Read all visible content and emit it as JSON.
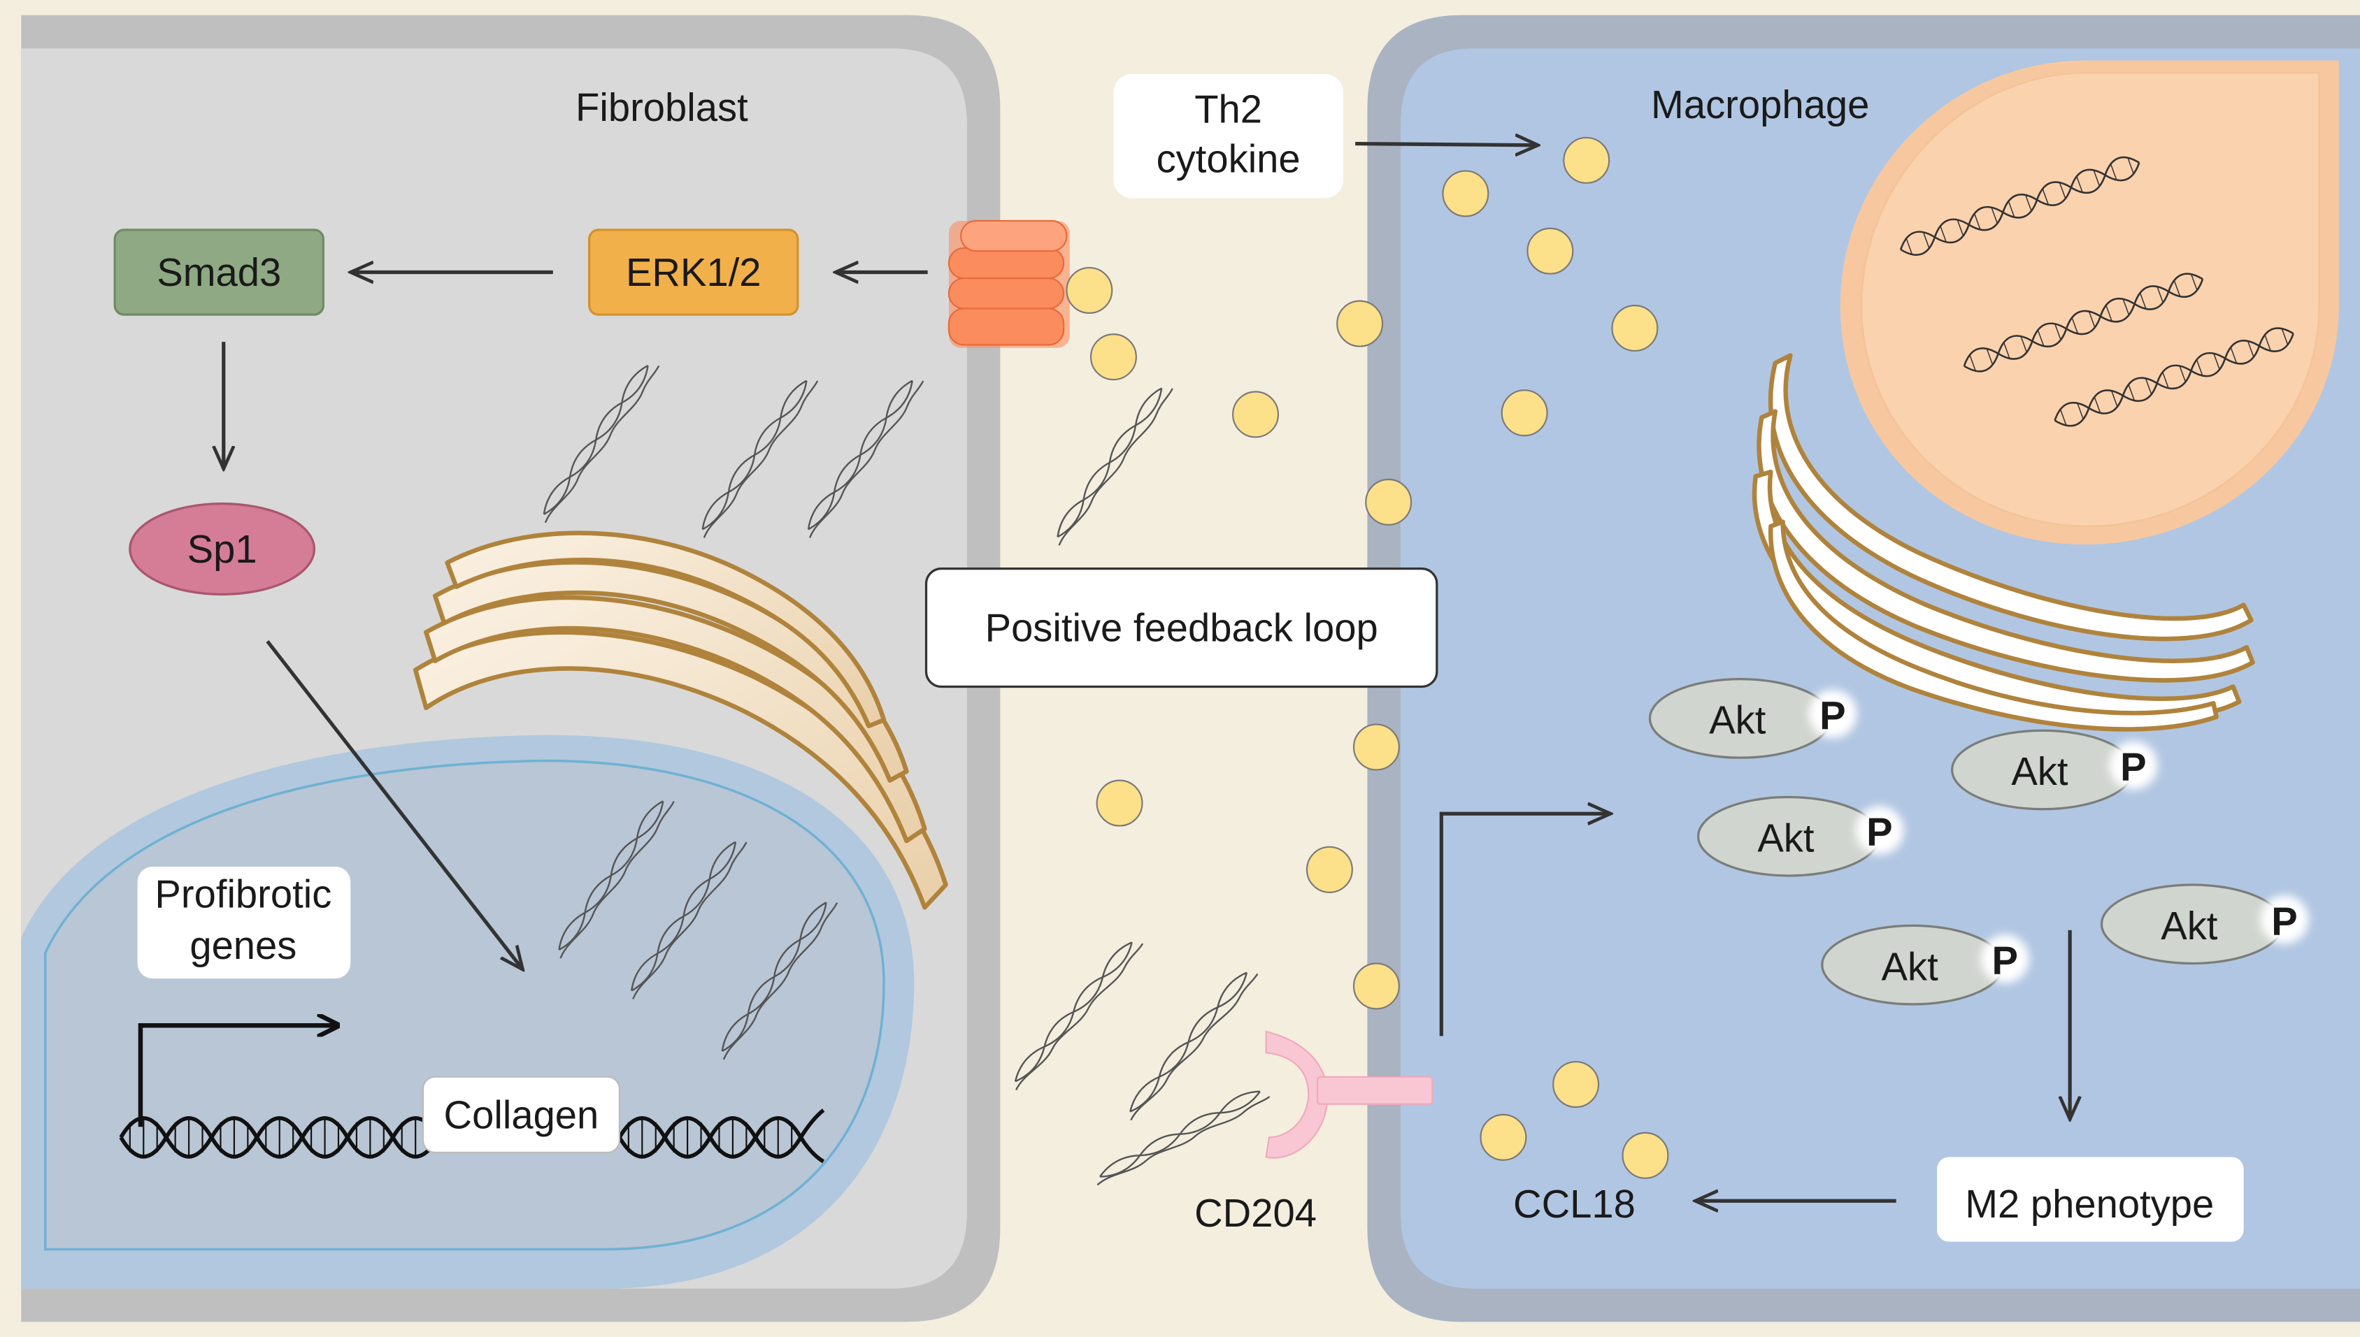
{
  "labels": {
    "fibroblast": "Fibroblast",
    "macrophage": "Macrophage",
    "th2_line1": "Th2",
    "th2_line2": "cytokine",
    "smad3": "Smad3",
    "erk": "ERK1/2",
    "sp1": "Sp1",
    "feedback": "Positive feedback loop",
    "profibrotic_line1": "Profibrotic",
    "profibrotic_line2": "genes",
    "collagen": "Collagen",
    "cd204": "CD204",
    "ccl18": "CCL18",
    "m2": "M2 phenotype",
    "akt": "Akt",
    "phospho": "P"
  },
  "colors": {
    "fibroblast_fill": "#d9d9d9",
    "fibroblast_border": "#bfbfbf",
    "macrophage_fill": "#b1c6e2",
    "macrophage_border": "#a9b3c2",
    "extracellular": "#f4eedf",
    "nucleus_fibroblast": "#b8c9dc",
    "nucleus_macrophage": "#fbd2ae",
    "smad3": "#8ea983",
    "erk": "#f2b04a",
    "sp1": "#d57c97",
    "receptor": "#fb8c5e",
    "cd204": "#f9c7d3",
    "ccl18_particle": "#fde08a",
    "akt": "#d0d5cf",
    "golgi": "#b0833c"
  }
}
